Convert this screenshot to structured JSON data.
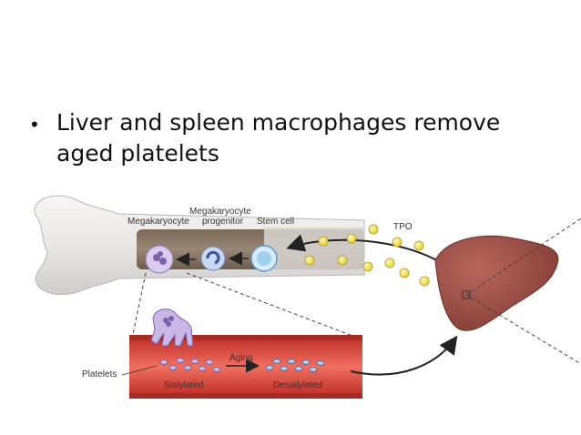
{
  "slide": {
    "bullet_symbol": "•",
    "bullet_text": "Liver and spleen macrophages remove aged platelets"
  },
  "diagram": {
    "labels": {
      "megakaryocyte_progenitor_line1": "Megakaryocyte",
      "megakaryocyte_progenitor_line2": "progenitor",
      "megakaryocyte": "Megakaryocyte",
      "stem_cell": "Stem cell",
      "tpo": "TPO",
      "aging": "Aging",
      "platelets": "Platelets",
      "sialylated": "Sialylated",
      "desialylated": "Desialylated"
    },
    "colors": {
      "bone": "#ecebea",
      "marrow": "#8c7a69",
      "liver": "#a05048",
      "vessel": "#e05048",
      "cell_purple": "#c9b8e6",
      "cell_blue": "#cfe4f5",
      "tpo_dot": "#f2e05a"
    }
  }
}
